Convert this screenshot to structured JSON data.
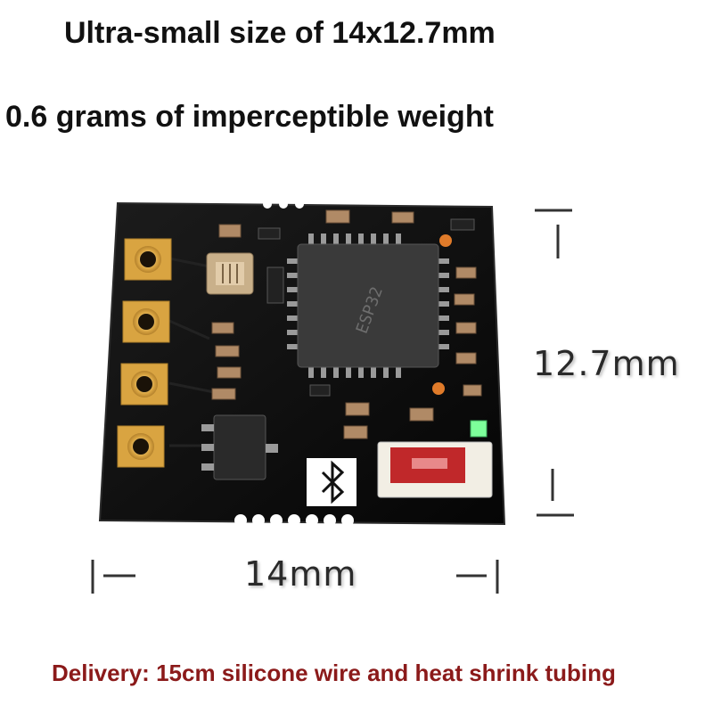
{
  "headline": {
    "size": "Ultra-small size of 14x12.7mm",
    "weight": "0.6 grams of imperceptible weight"
  },
  "dimensions": {
    "height": "12.7mm",
    "width": "14mm"
  },
  "chip_marking": "ESP32",
  "footer": "Delivery: 15cm silicone wire and heat shrink tubing",
  "colors": {
    "board": "#0d0d0d",
    "pad_gold": "#d9a441",
    "footer_text": "#8b1a1a",
    "led_red": "#c0282a",
    "led_green": "#7dff9a"
  },
  "icons": [
    "bluetooth-icon"
  ]
}
